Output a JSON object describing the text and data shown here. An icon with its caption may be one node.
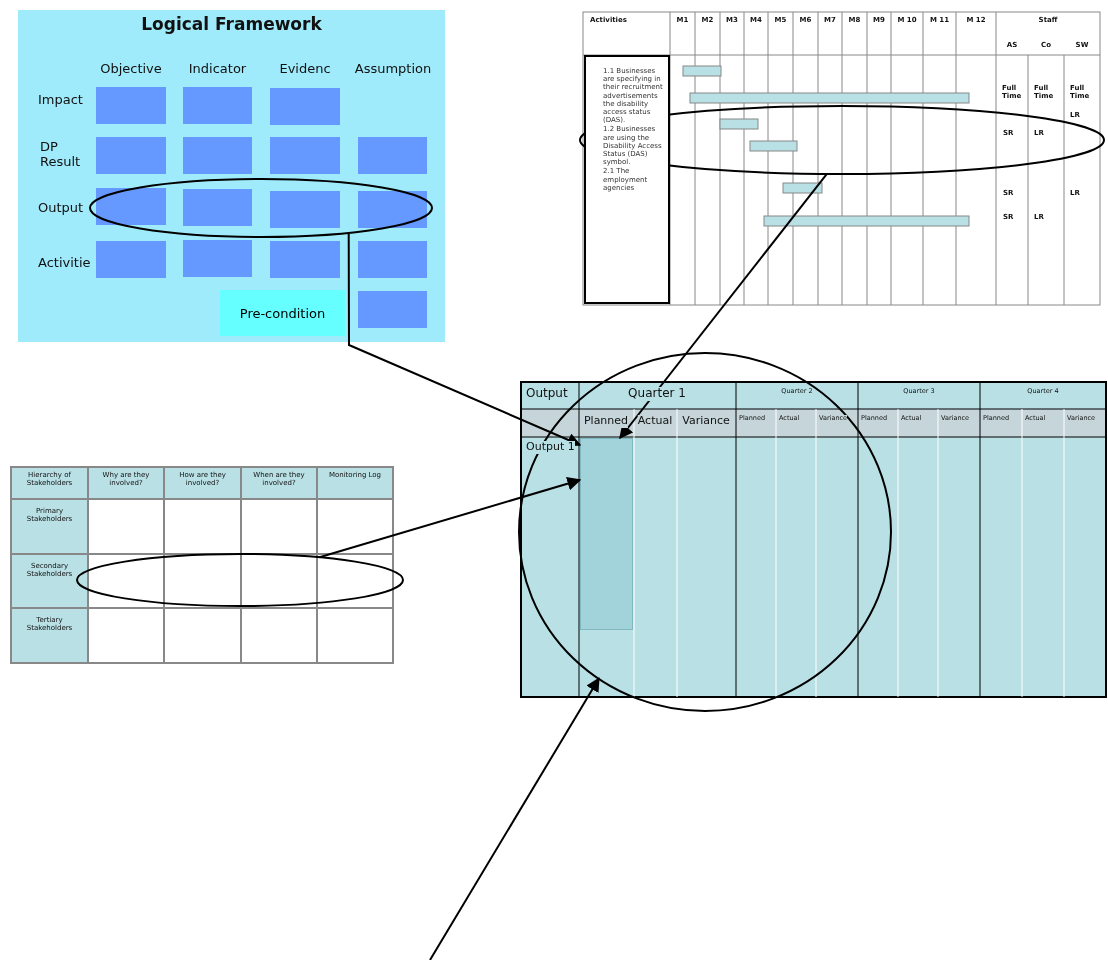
{
  "diagram": {
    "nodes": [
      {
        "text": [
          "Logical Framework"
        ]
      },
      {
        "text": [],
        "shape": "box",
        "in": 0
      },
      {
        "text": [],
        "shape": "box",
        "in": 0
      },
      {
        "text": [],
        "shape": "box",
        "in": 0
      },
      {
        "text": [],
        "shape": "box",
        "in": 0
      },
      {
        "text": [],
        "shape": "box",
        "in": 0
      },
      {
        "text": [],
        "shape": "box",
        "in": 0
      },
      {
        "text": [],
        "shape": "box",
        "in": 0
      },
      {
        "text": [],
        "shape": "box",
        "in": 18
      },
      {
        "text": [],
        "shape": "box",
        "in": 18
      },
      {
        "text": [],
        "shape": "box",
        "in": 18
      },
      {
        "text": [],
        "shape": "box",
        "in": 18
      },
      {
        "text": [],
        "shape": "box",
        "in": 0
      },
      {
        "text": [],
        "shape": "box",
        "in": 0
      },
      {
        "text": [],
        "shape": "box",
        "in": 0
      },
      {
        "text": [],
        "shape": "box",
        "in": 0
      },
      {
        "text": [
          "Pre-condition"
        ],
        "in": 0
      },
      {
        "text": [],
        "shape": "box",
        "in": 0
      },
      {
        "text": [],
        "shape": "ellipse",
        "in": 0
      },
      {
        "text": [
          "1.1 Businesses are specifying in their recruitment advertisements the disability access status (DAS).",
          "1.2 Businesses are using the Disability Access Status (DAS) symbol.",
          "2.1 The employment agencies"
        ]
      },
      {
        "text": [],
        "shape": "ellipse"
      },
      {
        "text": [],
        "shape": "circle"
      },
      {
        "text": [],
        "shape": "box",
        "in": 21
      },
      {
        "text": [],
        "shape": "ellipse"
      }
    ],
    "edges": [
      {
        "from": 18,
        "to": 22,
        "arrow": "to"
      },
      {
        "from": 20,
        "to": 22,
        "arrow": "to"
      },
      {
        "from": 23,
        "to": 22,
        "arrow": "to"
      },
      {
        "from": null,
        "to": 21,
        "arrow": "to"
      }
    ],
    "labels": [
      "Objective",
      "Indicator",
      "Evidenc",
      "Assumption",
      "Impact",
      "DP Result",
      "Output",
      "Activitie",
      "Activities",
      "M1",
      "M2",
      "M3",
      "M4",
      "M5",
      "M6",
      "M7",
      "M8",
      "M9",
      "M 10",
      "M 11",
      "M 12",
      "Staff",
      "AS",
      "Co",
      "SW",
      "Full Time",
      "Full Time",
      "Full Time",
      "LR",
      "SR",
      "LR",
      "SR",
      "LR",
      "SR",
      "LR",
      "Output",
      "Quarter 1",
      "Quarter 2",
      "Quarter 3",
      "Quarter 4",
      "Planned",
      "Actual",
      "Variance",
      "Planned",
      "Actual",
      "Variance",
      "Planned",
      "Actual",
      "Variance",
      "Planned",
      "Actual",
      "Variance",
      "Output 1",
      "Hierarchy of Stakeholders",
      "Why are they involved?",
      "How are they involved?",
      "When are they involved?",
      "Monitoring Log",
      "Primary Stakeholders",
      "Secondary Stakeholders",
      "Tertiary Stakeholders"
    ]
  }
}
